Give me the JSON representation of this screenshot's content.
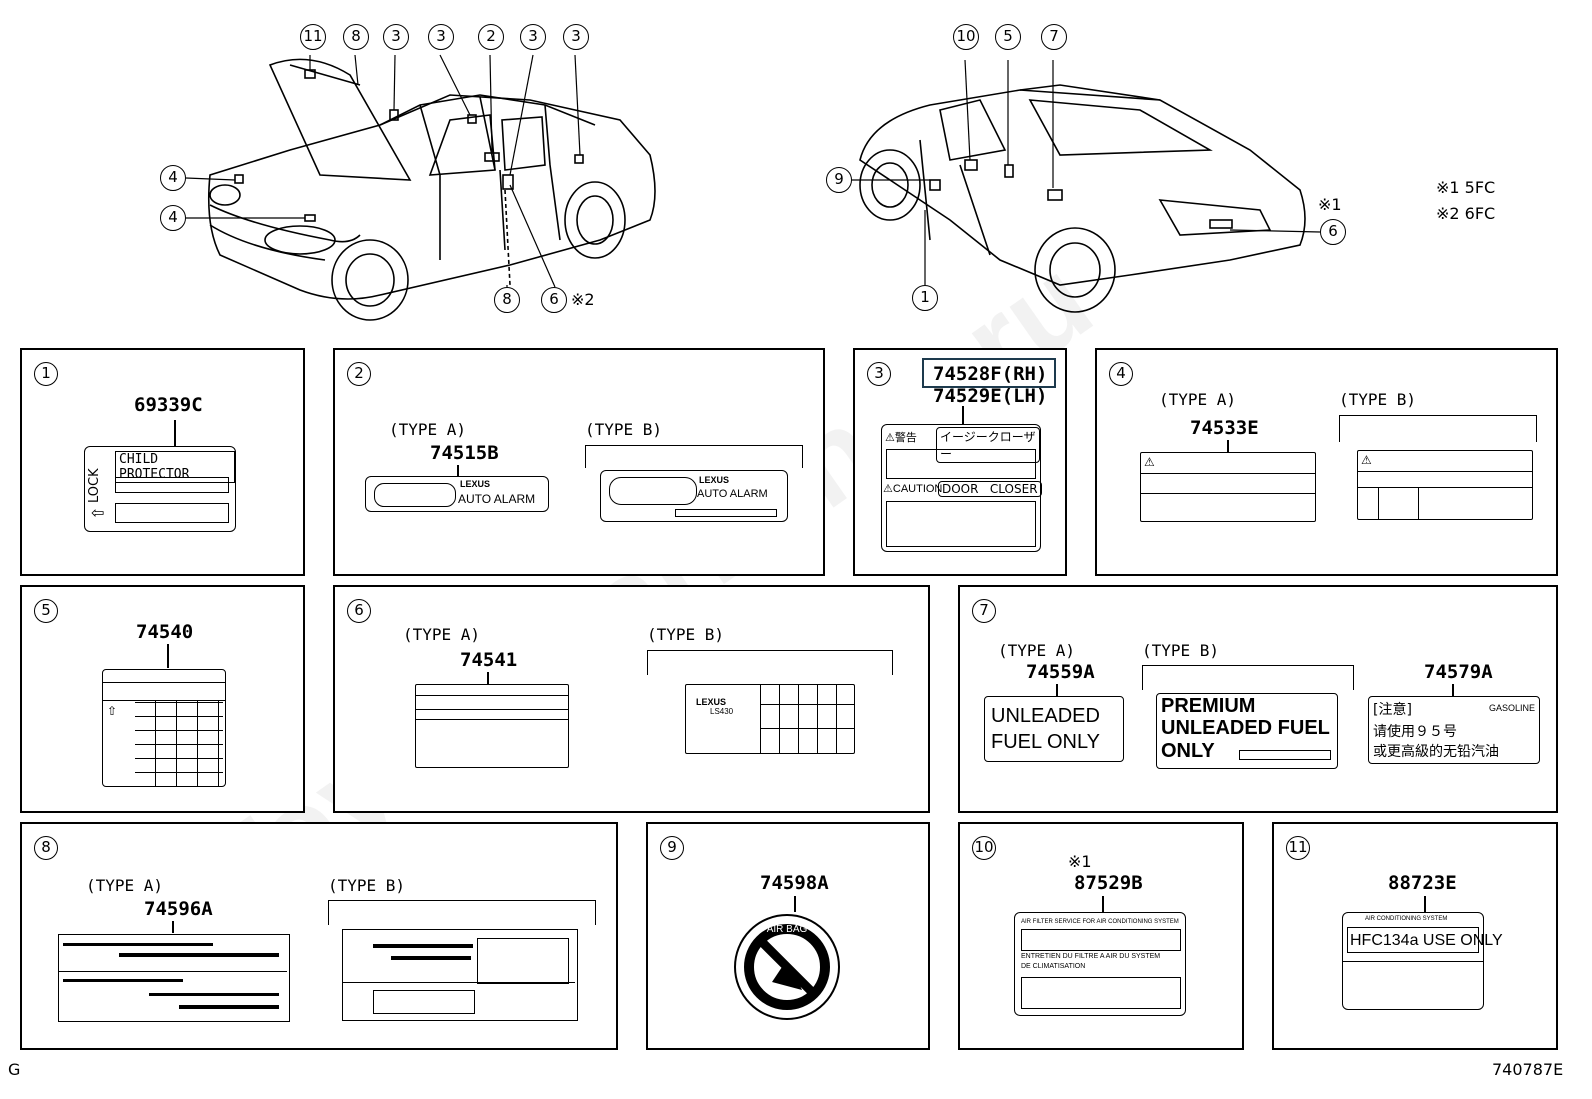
{
  "callouts_left": [
    "11",
    "8",
    "3",
    "3",
    "2",
    "3",
    "3",
    "4",
    "4",
    "8",
    "6"
  ],
  "callouts_right": [
    "10",
    "5",
    "7",
    "9",
    "1",
    "6"
  ],
  "note_left_6": "※2",
  "note_right_6": "※1",
  "notes": [
    "※1 5FC",
    "※2 6FC"
  ],
  "panels": {
    "p1": {
      "num": "1",
      "part": "69339C",
      "lock": "LOCK",
      "text": "CHILD PROTECTOR"
    },
    "p2": {
      "num": "2",
      "type_a": "(TYPE A)",
      "part": "74515B",
      "type_b": "(TYPE B)",
      "brand": "LEXUS",
      "alarm": "AUTO ALARM"
    },
    "p3": {
      "num": "3",
      "part_rh": "74528F(RH)",
      "part_lh": "74529E(LH)",
      "warn": "警告",
      "jp_title": "イージークローザー",
      "caution": "CAUTION",
      "door": "DOOR",
      "closer": "CLOSER"
    },
    "p4": {
      "num": "4",
      "type_a": "(TYPE A)",
      "part": "74533E",
      "type_b": "(TYPE B)"
    },
    "p5": {
      "num": "5",
      "part": "74540"
    },
    "p6": {
      "num": "6",
      "type_a": "(TYPE A)",
      "part": "74541",
      "type_b": "(TYPE B)",
      "brand": "LEXUS",
      "model": "LS430"
    },
    "p7": {
      "num": "7",
      "type_a": "(TYPE A)",
      "part_a": "74559A",
      "fuel_a1": "UNLEADED",
      "fuel_a2": "FUEL ONLY",
      "type_b": "(TYPE B)",
      "fuel_b1": "PREMIUM",
      "fuel_b2": "UNLEADED FUEL",
      "fuel_b3": "ONLY",
      "part_c": "74579A",
      "cn_head": "[注意]",
      "cn_gas": "GASOLINE",
      "cn_l1": "请使用９５号",
      "cn_l2": "或更高級的无铅汽油"
    },
    "p8": {
      "num": "8",
      "type_a": "(TYPE A)",
      "part": "74596A",
      "type_b": "(TYPE B)"
    },
    "p9": {
      "num": "9",
      "part": "74598A",
      "airbag": "AIR BAG"
    },
    "p10": {
      "num": "10",
      "note": "※1",
      "part": "87529B",
      "en": "AIR FILTER SERVICE FOR AIR CONDITIONING SYSTEM",
      "fr1": "ENTRETIEN DU FILTRE A AIR DU SYSTEM",
      "fr2": "DE CLIMATISATION"
    },
    "p11": {
      "num": "11",
      "part": "88723E",
      "header": "AIR CONDITIONING SYSTEM",
      "text": "HFC134a USE ONLY"
    }
  },
  "footer_left": "G",
  "footer_right": "740787E",
  "watermark": "ToyotaCarMiner.ru"
}
